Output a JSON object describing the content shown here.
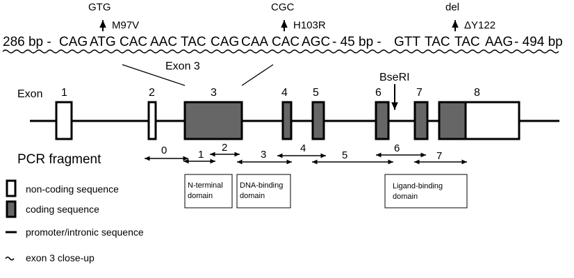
{
  "sequence": {
    "left_bp": "286 bp -",
    "codons_a": [
      "CAG",
      "ATG",
      "CAC",
      "AAC",
      "TAC",
      "CAG",
      "CAA",
      "CAC",
      "AGC"
    ],
    "middle_bp": "- 45 bp -",
    "codons_b": [
      "GTT",
      "TAC",
      "TAC",
      "AAG"
    ],
    "right_bp": "- 494 bp"
  },
  "mutations": [
    {
      "above": "GTG",
      "label": "M97V"
    },
    {
      "above": "CGC",
      "label": "H103R"
    },
    {
      "above": "del",
      "label": "ΔY122"
    }
  ],
  "exon3_label": "Exon 3",
  "exon_row_label": "Exon",
  "exons": [
    {
      "num": "1",
      "type": "non-coding"
    },
    {
      "num": "2",
      "type": "non-coding"
    },
    {
      "num": "3",
      "type": "coding"
    },
    {
      "num": "4",
      "type": "coding"
    },
    {
      "num": "5",
      "type": "coding"
    },
    {
      "num": "6",
      "type": "coding"
    },
    {
      "num": "7",
      "type": "coding"
    },
    {
      "num": "8",
      "type": "mixed"
    }
  ],
  "restriction_site": "BseRI",
  "pcr_label": "PCR fragment",
  "fragments": [
    "0",
    "1",
    "2",
    "3",
    "4",
    "5",
    "6",
    "7"
  ],
  "domains": [
    {
      "line1": "N-terminal",
      "line2": "domain"
    },
    {
      "line1": "DNA-binding",
      "line2": "domain"
    },
    {
      "line1": "Ligand-binding",
      "line2": "domain"
    }
  ],
  "legend": [
    {
      "symbol": "open-box",
      "text": "non-coding sequence"
    },
    {
      "symbol": "filled-box",
      "text": "coding sequence"
    },
    {
      "symbol": "line",
      "text": "promoter/intronic sequence"
    },
    {
      "symbol": "wavy",
      "text": "exon 3 close-up"
    }
  ],
  "colors": {
    "coding": "#666666",
    "noncoding": "#ffffff",
    "stroke": "#000000"
  }
}
